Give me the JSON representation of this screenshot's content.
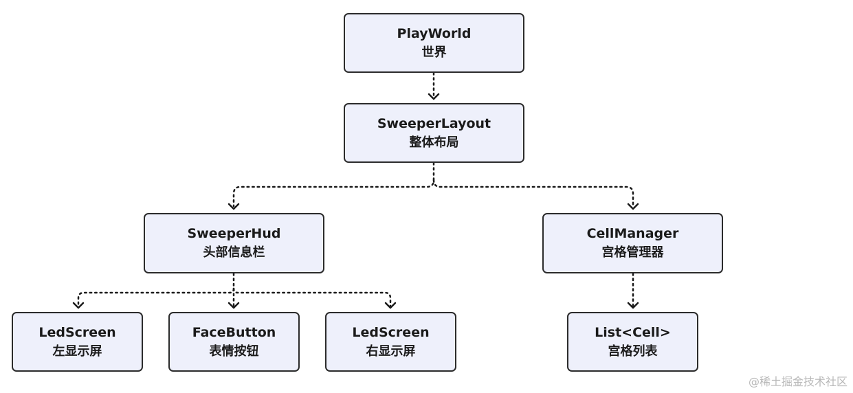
{
  "nodes": {
    "playworld": {
      "title": "PlayWorld",
      "subtitle": "世界"
    },
    "sweeper_layout": {
      "title": "SweeperLayout",
      "subtitle": "整体布局"
    },
    "sweeper_hud": {
      "title": "SweeperHud",
      "subtitle": "头部信息栏"
    },
    "cell_manager": {
      "title": "CellManager",
      "subtitle": "宫格管理器"
    },
    "led_screen_left": {
      "title": "LedScreen",
      "subtitle": "左显示屏"
    },
    "face_button": {
      "title": "FaceButton",
      "subtitle": "表情按钮"
    },
    "led_screen_right": {
      "title": "LedScreen",
      "subtitle": "右显示屏"
    },
    "cell_list": {
      "title": "List<Cell>",
      "subtitle": "宫格列表"
    }
  },
  "edges": [
    {
      "from": "playworld",
      "to": "sweeper_layout"
    },
    {
      "from": "sweeper_layout",
      "to": "sweeper_hud"
    },
    {
      "from": "sweeper_layout",
      "to": "cell_manager"
    },
    {
      "from": "sweeper_hud",
      "to": "led_screen_left"
    },
    {
      "from": "sweeper_hud",
      "to": "face_button"
    },
    {
      "from": "sweeper_hud",
      "to": "led_screen_right"
    },
    {
      "from": "cell_manager",
      "to": "cell_list"
    }
  ],
  "watermark": "@稀土掘金技术社区",
  "colors": {
    "node_fill": "#eef0fb",
    "node_border": "#2b2b2b",
    "connector": "#1a1a1a",
    "watermark": "#b8b8b8"
  }
}
